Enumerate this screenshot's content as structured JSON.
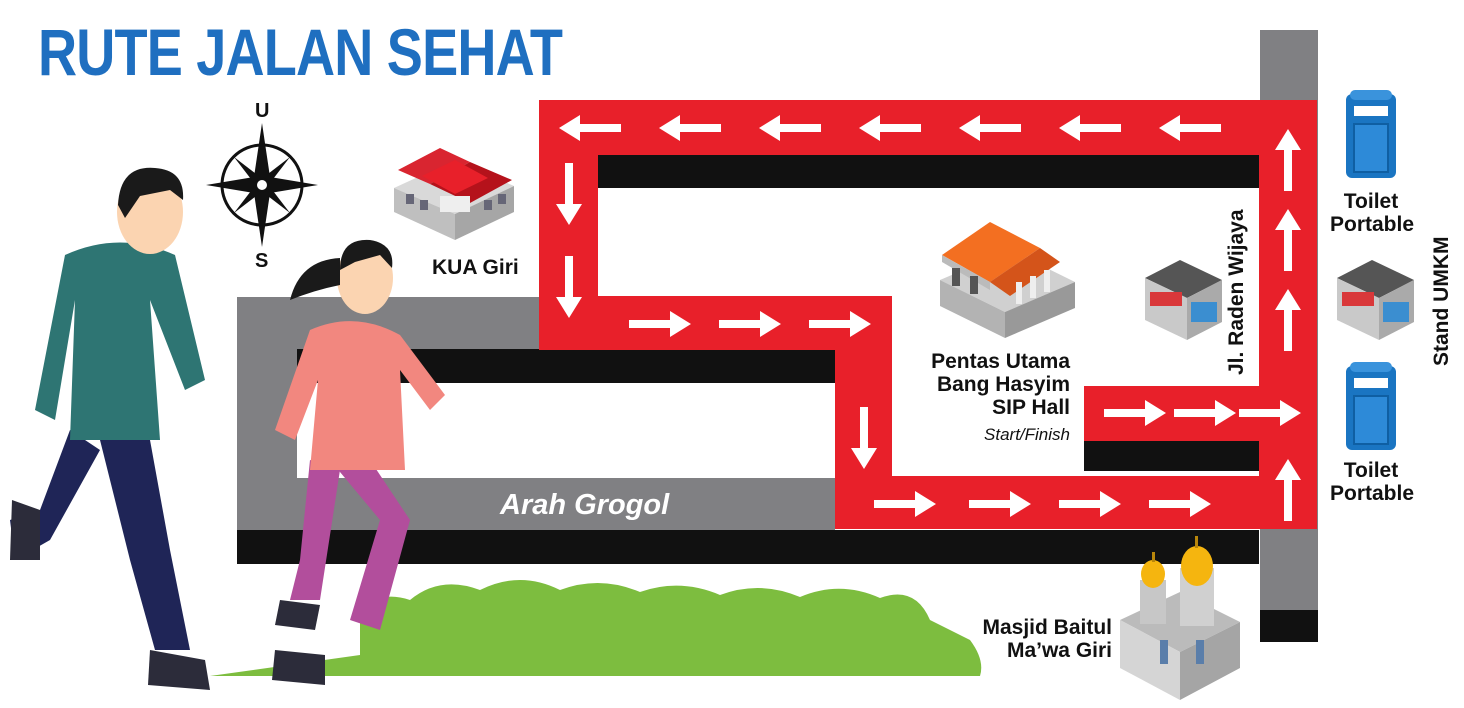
{
  "title": "RUTE JALAN SEHAT",
  "colors": {
    "title": "#1f6fc0",
    "route": "#e8202a",
    "road_gray": "#808083",
    "road_black": "#111111",
    "grass": "#7dbd3f"
  },
  "compass": {
    "north": "U",
    "south": "S"
  },
  "labels": {
    "kua": "KUA Giri",
    "pentas_line1": "Pentas Utama",
    "pentas_line2": "Bang Hasyim",
    "pentas_line3": "SIP Hall",
    "start_finish": "Start/Finish",
    "street": "Jl. Raden Wijaya",
    "arah": "Arah Grogol",
    "toilet_top_line1": "Toilet",
    "toilet_top_line2": "Portable",
    "toilet_bottom_line1": "Toilet",
    "toilet_bottom_line2": "Portable",
    "stand": "Stand UMKM",
    "masjid_line1": "Masjid Baitul",
    "masjid_line2": "Ma’wa Giri"
  },
  "icons": [
    "compass-icon",
    "kua-building-icon",
    "pentas-building-icon",
    "umkm-stall-icon",
    "toilet-icon",
    "masjid-icon",
    "runner-man",
    "runner-woman",
    "bush-icon"
  ]
}
